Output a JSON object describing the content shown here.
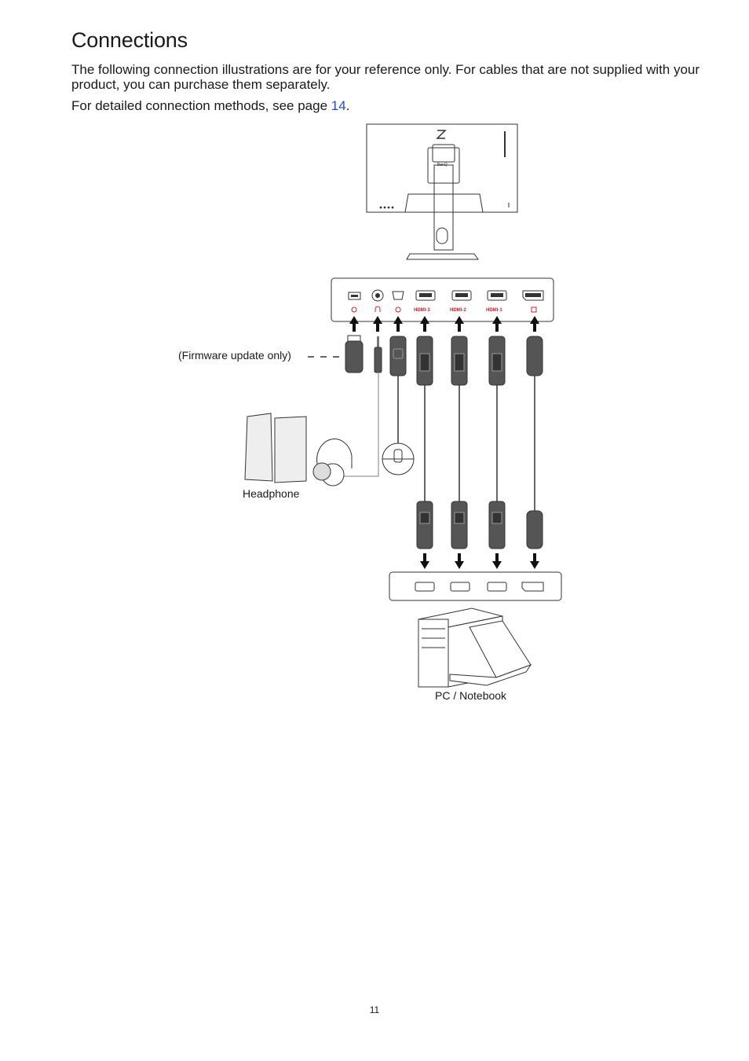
{
  "document": {
    "title": "Connections",
    "intro": "The following connection illustrations are for your reference only. For cables that are not supplied with your product, you can purchase them separately.",
    "detail_prefix": "For detailed connection methods, see page ",
    "detail_link": "14",
    "detail_suffix": ".",
    "page_number": "11"
  },
  "diagram": {
    "labels": {
      "firmware": "(Firmware update only)",
      "headphone": "Headphone",
      "pc": "PC / Notebook"
    },
    "port_labels": [
      "HDMI-3",
      "HDMI-2",
      "HDMI-1"
    ],
    "monitor_logo": "BenQ",
    "colors": {
      "port_label": "#d0202a",
      "link": "#1f4fd1",
      "cable": "#3a3a3a",
      "connector": "#555555"
    }
  }
}
